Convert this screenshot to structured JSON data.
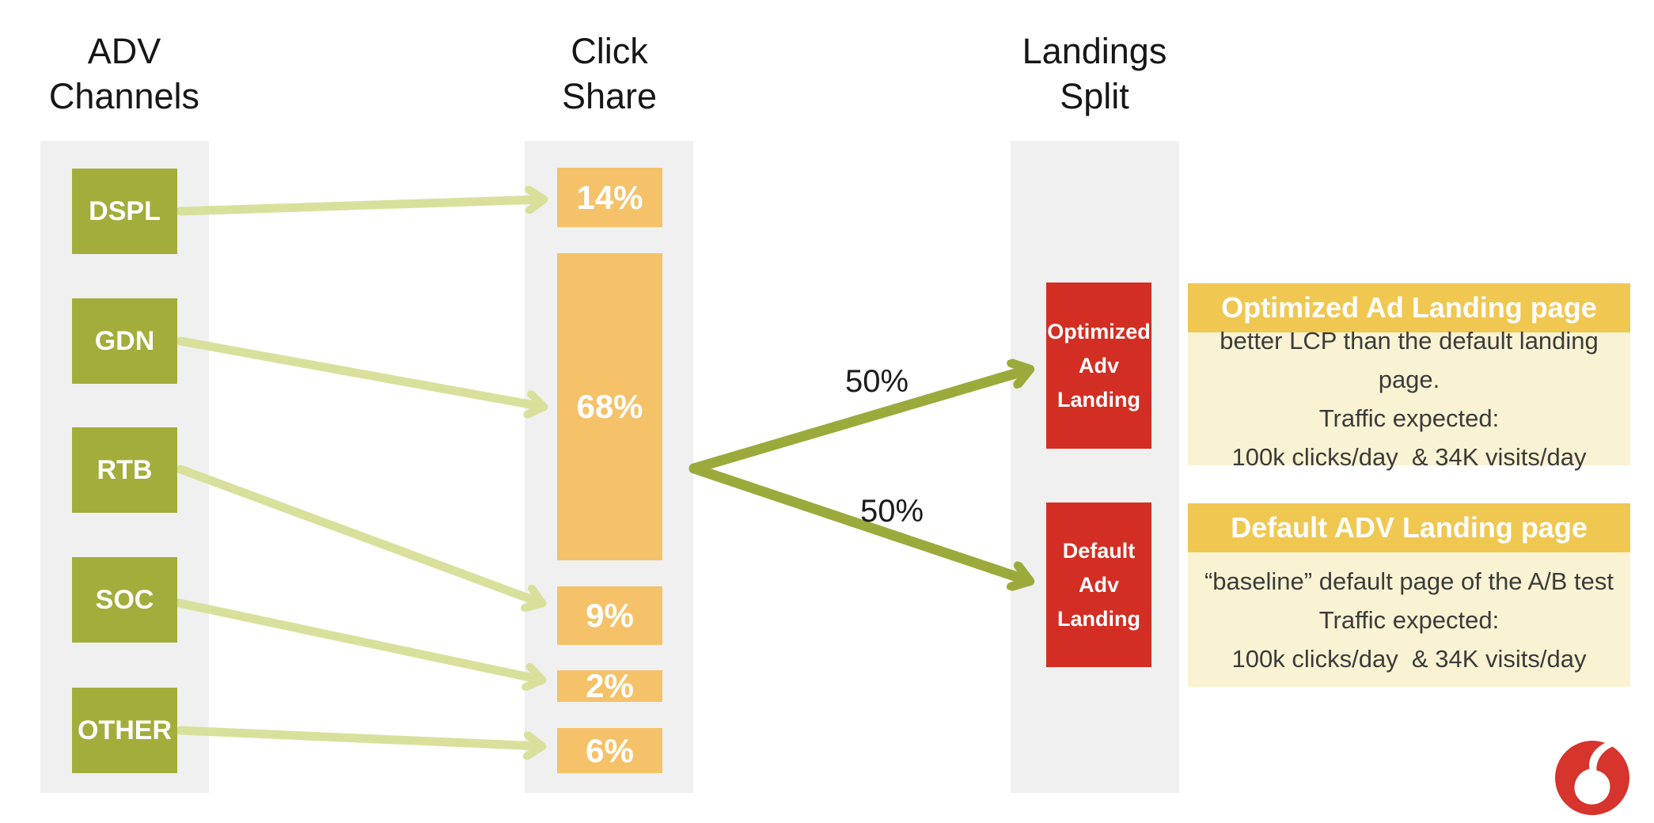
{
  "headers": {
    "channels": [
      "ADV",
      "Channels"
    ],
    "share": [
      "Click",
      "Share"
    ],
    "landings": [
      "Landings",
      "Split"
    ]
  },
  "channels": [
    "DSPL",
    "GDN",
    "RTB",
    "SOC",
    "OTHER"
  ],
  "click_shares": [
    "14%",
    "68%",
    "9%",
    "2%",
    "6%"
  ],
  "landings": [
    {
      "lines": [
        "Optimized",
        "Adv",
        "Landing"
      ]
    },
    {
      "lines": [
        "Default",
        "Adv",
        "Landing"
      ]
    }
  ],
  "flow": {
    "split_labels": [
      "50%",
      "50%"
    ],
    "mapping": [
      {
        "from": "DSPL",
        "to": "14%"
      },
      {
        "from": "GDN",
        "to": "68%"
      },
      {
        "from": "RTB",
        "to": "9%"
      },
      {
        "from": "SOC",
        "to": "2%"
      },
      {
        "from": "OTHER",
        "to": "6%"
      },
      {
        "from": "68%",
        "to": "Optimized Adv Landing",
        "share": "50%"
      },
      {
        "from": "68%",
        "to": "Default Adv Landing",
        "share": "50%"
      }
    ]
  },
  "cards": [
    {
      "title": "Optimized Ad Landing page",
      "lines": [
        "better LCP than the default landing page.",
        "Traffic expected:",
        "100k clicks/day  & 34K visits/day"
      ]
    },
    {
      "title": "Default ADV Landing page",
      "lines": [
        "“baseline” default page of the A/B test",
        "Traffic expected:",
        "100k clicks/day  & 34K visits/day"
      ]
    }
  ],
  "icons": {
    "logo": "vodafone-speech-mark"
  },
  "colors": {
    "channel_green": "#A3AD3B",
    "share_orange": "#F5C26A",
    "landing_red": "#D32E23",
    "arrow_light": "#D9E09B",
    "arrow_dark": "#9CAA3C",
    "card_header_yellow": "#F0C851",
    "card_body_cream": "#FAF3D3",
    "column_gray": "#F0F0F0",
    "title_black": "#161616",
    "body_text": "#3B3B3A",
    "logo_red": "#D6342C"
  }
}
